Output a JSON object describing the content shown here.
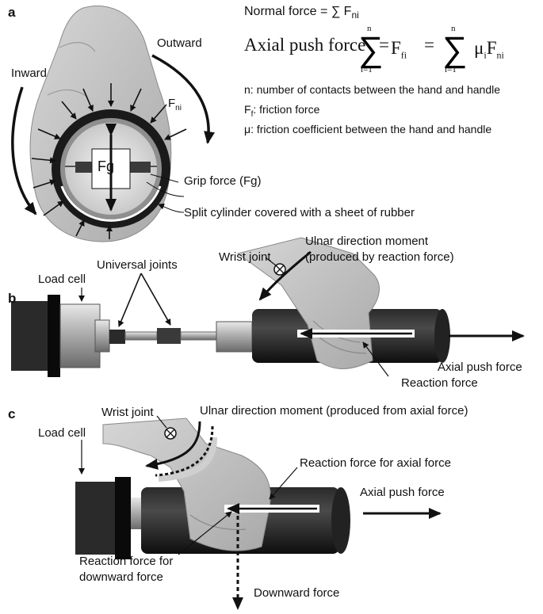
{
  "panels": {
    "a": "a",
    "b": "b",
    "c": "c"
  },
  "panel_a": {
    "normal_force_prefix": "Normal force = ∑ F",
    "normal_force_sub": "ni",
    "axial_label": "Axial push force",
    "sum_upper": "n",
    "sum_lower": "i=1",
    "term1": "F",
    "term1_sub": "fi",
    "term2_mu": "μ",
    "term2_mu_sub": "i",
    "term2_f": "F",
    "term2_f_sub": "ni",
    "def_n": "n: number of contacts between the hand and handle",
    "def_ff_prefix": "F",
    "def_ff_sub": "f",
    "def_ff_rest": ": friction force",
    "def_mu": "μ: friction coefficient between the hand and handle",
    "outward": "Outward",
    "inward": "Inward",
    "fni_main": "F",
    "fni_sub": "ni",
    "fg": "Fg",
    "grip_force": "Grip force (Fg)",
    "split_cylinder": "Split cylinder covered with a sheet of rubber"
  },
  "panel_b": {
    "load_cell": "Load cell",
    "universal_joints": "Universal joints",
    "wrist_joint": "Wrist joint",
    "ulnar_line1": "Ulnar direction moment",
    "ulnar_line2": "(produced by reaction force)",
    "axial_push": "Axial push force",
    "reaction": "Reaction force"
  },
  "panel_c": {
    "wrist_joint": "Wrist joint",
    "ulnar": "Ulnar direction moment (produced from axial force)",
    "load_cell": "Load cell",
    "reaction_axial": "Reaction force for  axial force",
    "axial_push": "Axial push force",
    "reaction_down_1": "Reaction force for",
    "reaction_down_2": "downward force",
    "downward": "Downward force"
  }
}
